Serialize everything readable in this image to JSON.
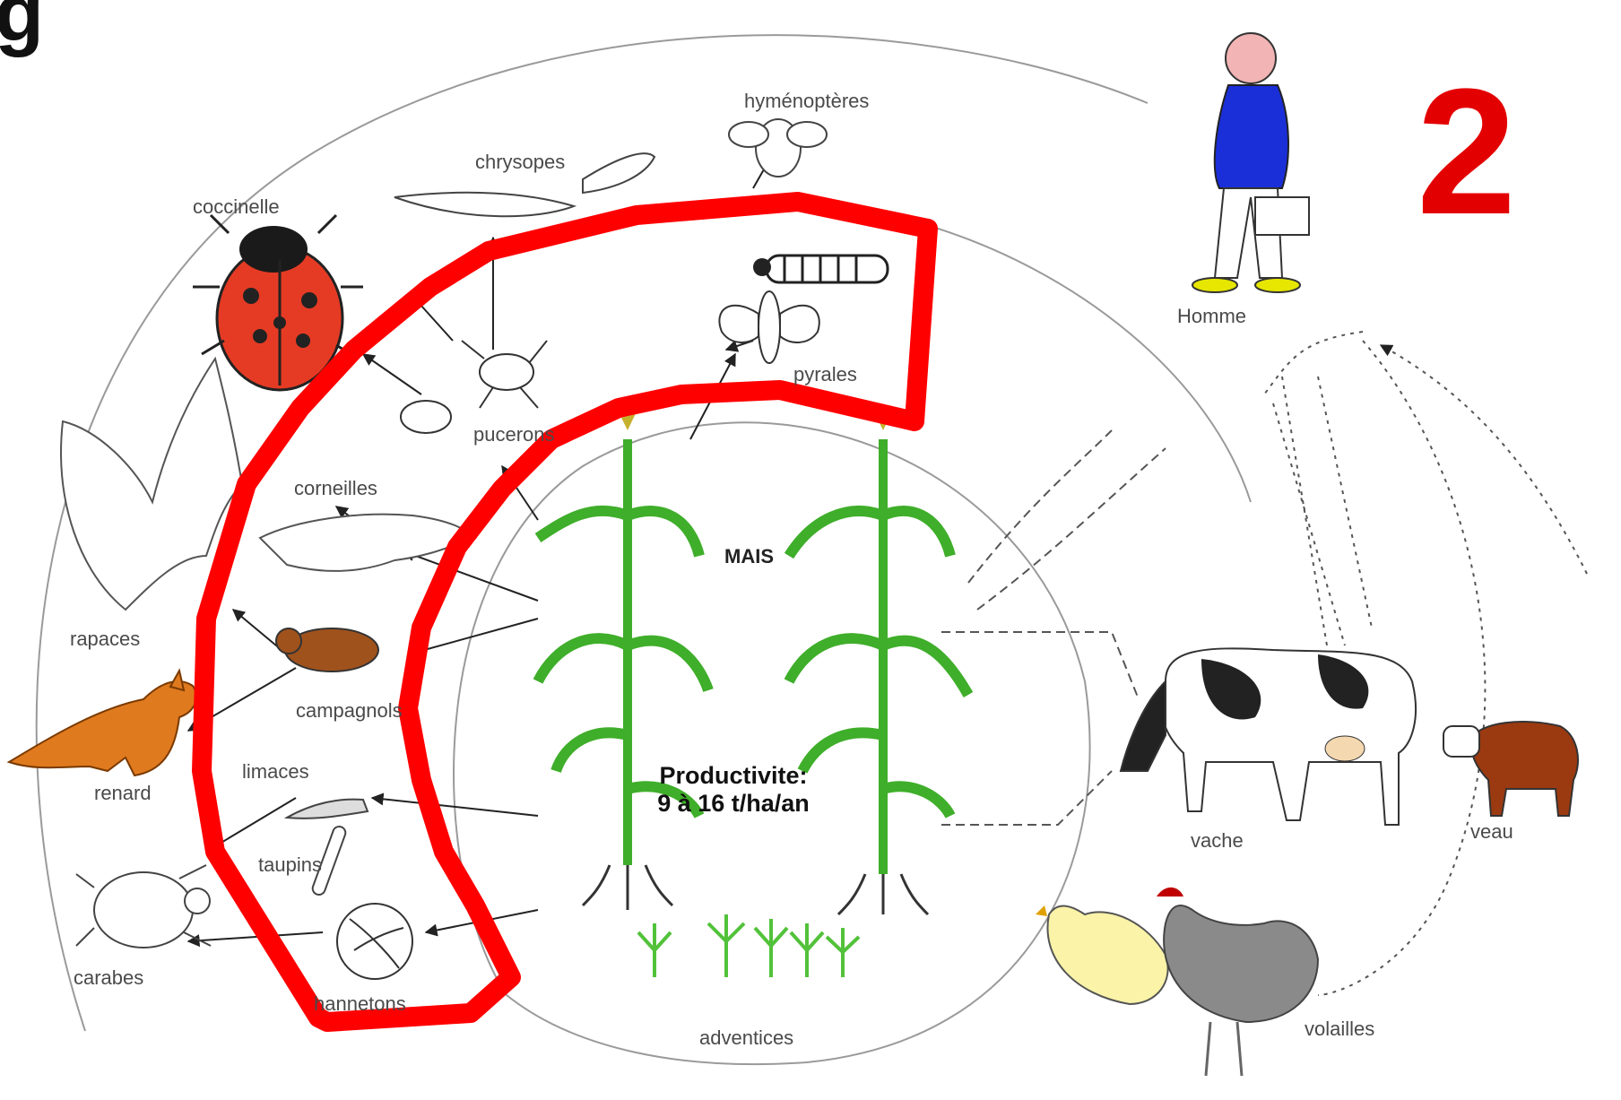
{
  "corner_text": "g",
  "big_number": "2",
  "center": {
    "title": "MAIS",
    "productivity_line1": "Productivite:",
    "productivity_line2": "9 à 16 t/ha/an"
  },
  "labels": {
    "hymenopteres": "hyménoptères",
    "chrysopes": "chrysopes",
    "coccinelle": "coccinelle",
    "pyrales": "pyrales",
    "pucerons": "pucerons",
    "corneilles": "corneilles",
    "rapaces": "rapaces",
    "campagnols": "campagnols",
    "limaces": "limaces",
    "renard": "renard",
    "taupins": "taupins",
    "carabes": "carabes",
    "hannetons": "hannetons",
    "adventices": "adventices",
    "homme": "Homme",
    "vache": "vache",
    "veau": "veau",
    "volailles": "volailles"
  },
  "colors": {
    "highlight": "#ff0000",
    "ladybug": "#e53b24",
    "maize": "#3fae2a",
    "fox": "#e07a1f",
    "calf": "#9b3a10",
    "coat": "#1a2fd8"
  },
  "icons": [
    "ladybug-icon",
    "bird-of-prey-icon",
    "crow-icon",
    "vole-icon",
    "fox-icon",
    "slug-icon",
    "wireworm-icon",
    "beetle-icon",
    "grub-icon",
    "aphid-icon",
    "lacewing-icon",
    "wasp-icon",
    "caterpillar-icon",
    "moth-icon",
    "maize-plant-icon",
    "weed-icon",
    "man-icon",
    "cow-icon",
    "calf-icon",
    "hen-icon"
  ]
}
